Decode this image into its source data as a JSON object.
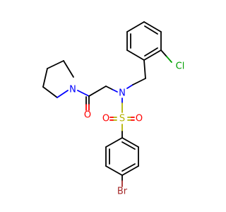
{
  "atoms": {
    "nitrogen_amine": "N",
    "nitrogen_sulfonamide": "N",
    "oxygen_carbonyl": "O",
    "sulfur": "S",
    "oxygen_sulfonyl_left": "O",
    "oxygen_sulfonyl_right": "O",
    "chlorine": "Cl",
    "bromine": "Br"
  },
  "colors": {
    "carbon_bond": "#000000",
    "nitrogen": "#0000ff",
    "oxygen": "#ff0000",
    "sulfur": "#b3b300",
    "chlorine": "#00a000",
    "bromine": "#a52a2a"
  }
}
